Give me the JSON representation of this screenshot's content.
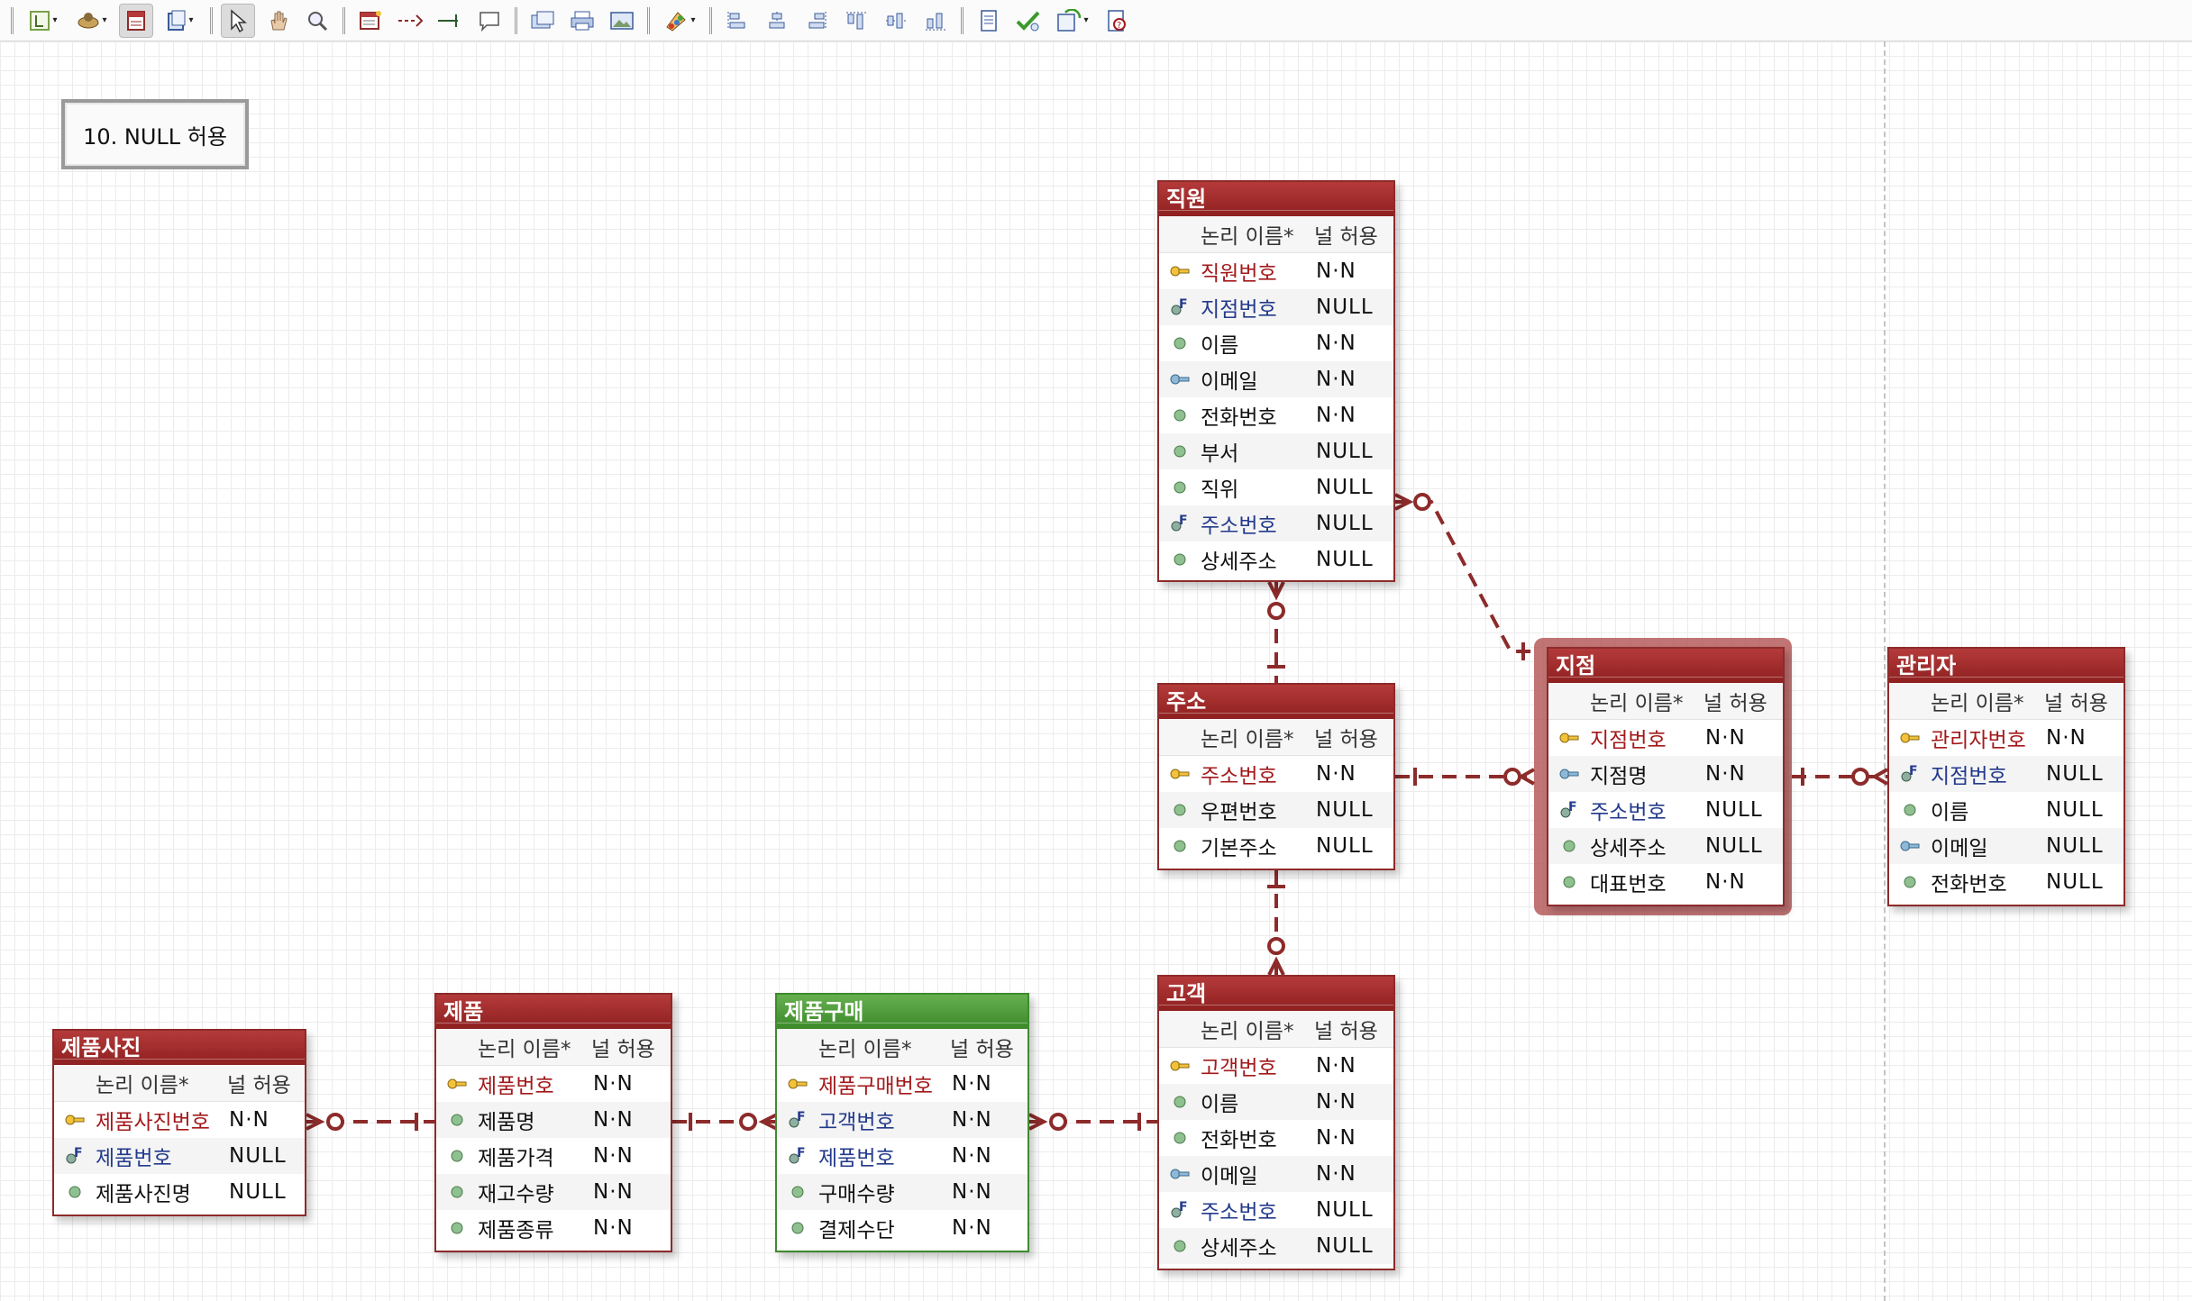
{
  "toolbar": {
    "items": [
      "page-layout-icon",
      "theme-icon",
      "table-icon",
      "view-icon",
      "select-icon",
      "hand-icon",
      "zoom-icon",
      "entity-icon",
      "nonidentifying-relation-icon",
      "identifying-relation-icon",
      "comment-icon",
      "export-icon",
      "print-icon",
      "image-icon",
      "color-icon",
      "align-left-icon",
      "align-center-icon",
      "align-right-icon",
      "align-top-icon",
      "align-middle-icon",
      "align-bottom-icon",
      "document-icon",
      "validate-icon",
      "sync-icon",
      "help-icon"
    ]
  },
  "note": {
    "text": "10. NULL 허용"
  },
  "column_headers": {
    "name": "논리 이름*",
    "null": "널 허용"
  },
  "entities": {
    "employee": {
      "title": "직원",
      "rows": [
        {
          "name": "직원번호",
          "null": "N·N",
          "type": "pk"
        },
        {
          "name": "지점번호",
          "null": "NULL",
          "type": "fk"
        },
        {
          "name": "이름",
          "null": "N·N",
          "type": "attr"
        },
        {
          "name": "이메일",
          "null": "N·N",
          "type": "ak"
        },
        {
          "name": "전화번호",
          "null": "N·N",
          "type": "attr"
        },
        {
          "name": "부서",
          "null": "NULL",
          "type": "attr"
        },
        {
          "name": "직위",
          "null": "NULL",
          "type": "attr"
        },
        {
          "name": "주소번호",
          "null": "NULL",
          "type": "fk"
        },
        {
          "name": "상세주소",
          "null": "NULL",
          "type": "attr"
        }
      ]
    },
    "address": {
      "title": "주소",
      "rows": [
        {
          "name": "주소번호",
          "null": "N·N",
          "type": "pk"
        },
        {
          "name": "우편번호",
          "null": "NULL",
          "type": "attr"
        },
        {
          "name": "기본주소",
          "null": "NULL",
          "type": "attr"
        }
      ]
    },
    "branch": {
      "title": "지점",
      "rows": [
        {
          "name": "지점번호",
          "null": "N·N",
          "type": "pk"
        },
        {
          "name": "지점명",
          "null": "N·N",
          "type": "ak"
        },
        {
          "name": "주소번호",
          "null": "NULL",
          "type": "fk"
        },
        {
          "name": "상세주소",
          "null": "NULL",
          "type": "attr"
        },
        {
          "name": "대표번호",
          "null": "N·N",
          "type": "attr"
        }
      ]
    },
    "manager": {
      "title": "관리자",
      "rows": [
        {
          "name": "관리자번호",
          "null": "N·N",
          "type": "pk"
        },
        {
          "name": "지점번호",
          "null": "NULL",
          "type": "fk"
        },
        {
          "name": "이름",
          "null": "NULL",
          "type": "attr"
        },
        {
          "name": "이메일",
          "null": "NULL",
          "type": "ak"
        },
        {
          "name": "전화번호",
          "null": "NULL",
          "type": "attr"
        }
      ]
    },
    "customer": {
      "title": "고객",
      "rows": [
        {
          "name": "고객번호",
          "null": "N·N",
          "type": "pk"
        },
        {
          "name": "이름",
          "null": "N·N",
          "type": "attr"
        },
        {
          "name": "전화번호",
          "null": "N·N",
          "type": "attr"
        },
        {
          "name": "이메일",
          "null": "N·N",
          "type": "ak"
        },
        {
          "name": "주소번호",
          "null": "NULL",
          "type": "fk"
        },
        {
          "name": "상세주소",
          "null": "NULL",
          "type": "attr"
        }
      ]
    },
    "purchase": {
      "title": "제품구매",
      "rows": [
        {
          "name": "제품구매번호",
          "null": "N·N",
          "type": "pk"
        },
        {
          "name": "고객번호",
          "null": "N·N",
          "type": "fk"
        },
        {
          "name": "제품번호",
          "null": "N·N",
          "type": "fk"
        },
        {
          "name": "구매수량",
          "null": "N·N",
          "type": "attr"
        },
        {
          "name": "결제수단",
          "null": "N·N",
          "type": "attr"
        }
      ]
    },
    "product": {
      "title": "제품",
      "rows": [
        {
          "name": "제품번호",
          "null": "N·N",
          "type": "pk"
        },
        {
          "name": "제품명",
          "null": "N·N",
          "type": "attr"
        },
        {
          "name": "제품가격",
          "null": "N·N",
          "type": "attr"
        },
        {
          "name": "재고수량",
          "null": "N·N",
          "type": "attr"
        },
        {
          "name": "제품종류",
          "null": "N·N",
          "type": "attr"
        }
      ]
    },
    "photo": {
      "title": "제품사진",
      "rows": [
        {
          "name": "제품사진번호",
          "null": "N·N",
          "type": "pk"
        },
        {
          "name": "제품번호",
          "null": "NULL",
          "type": "fk"
        },
        {
          "name": "제품사진명",
          "null": "NULL",
          "type": "attr"
        }
      ]
    }
  }
}
